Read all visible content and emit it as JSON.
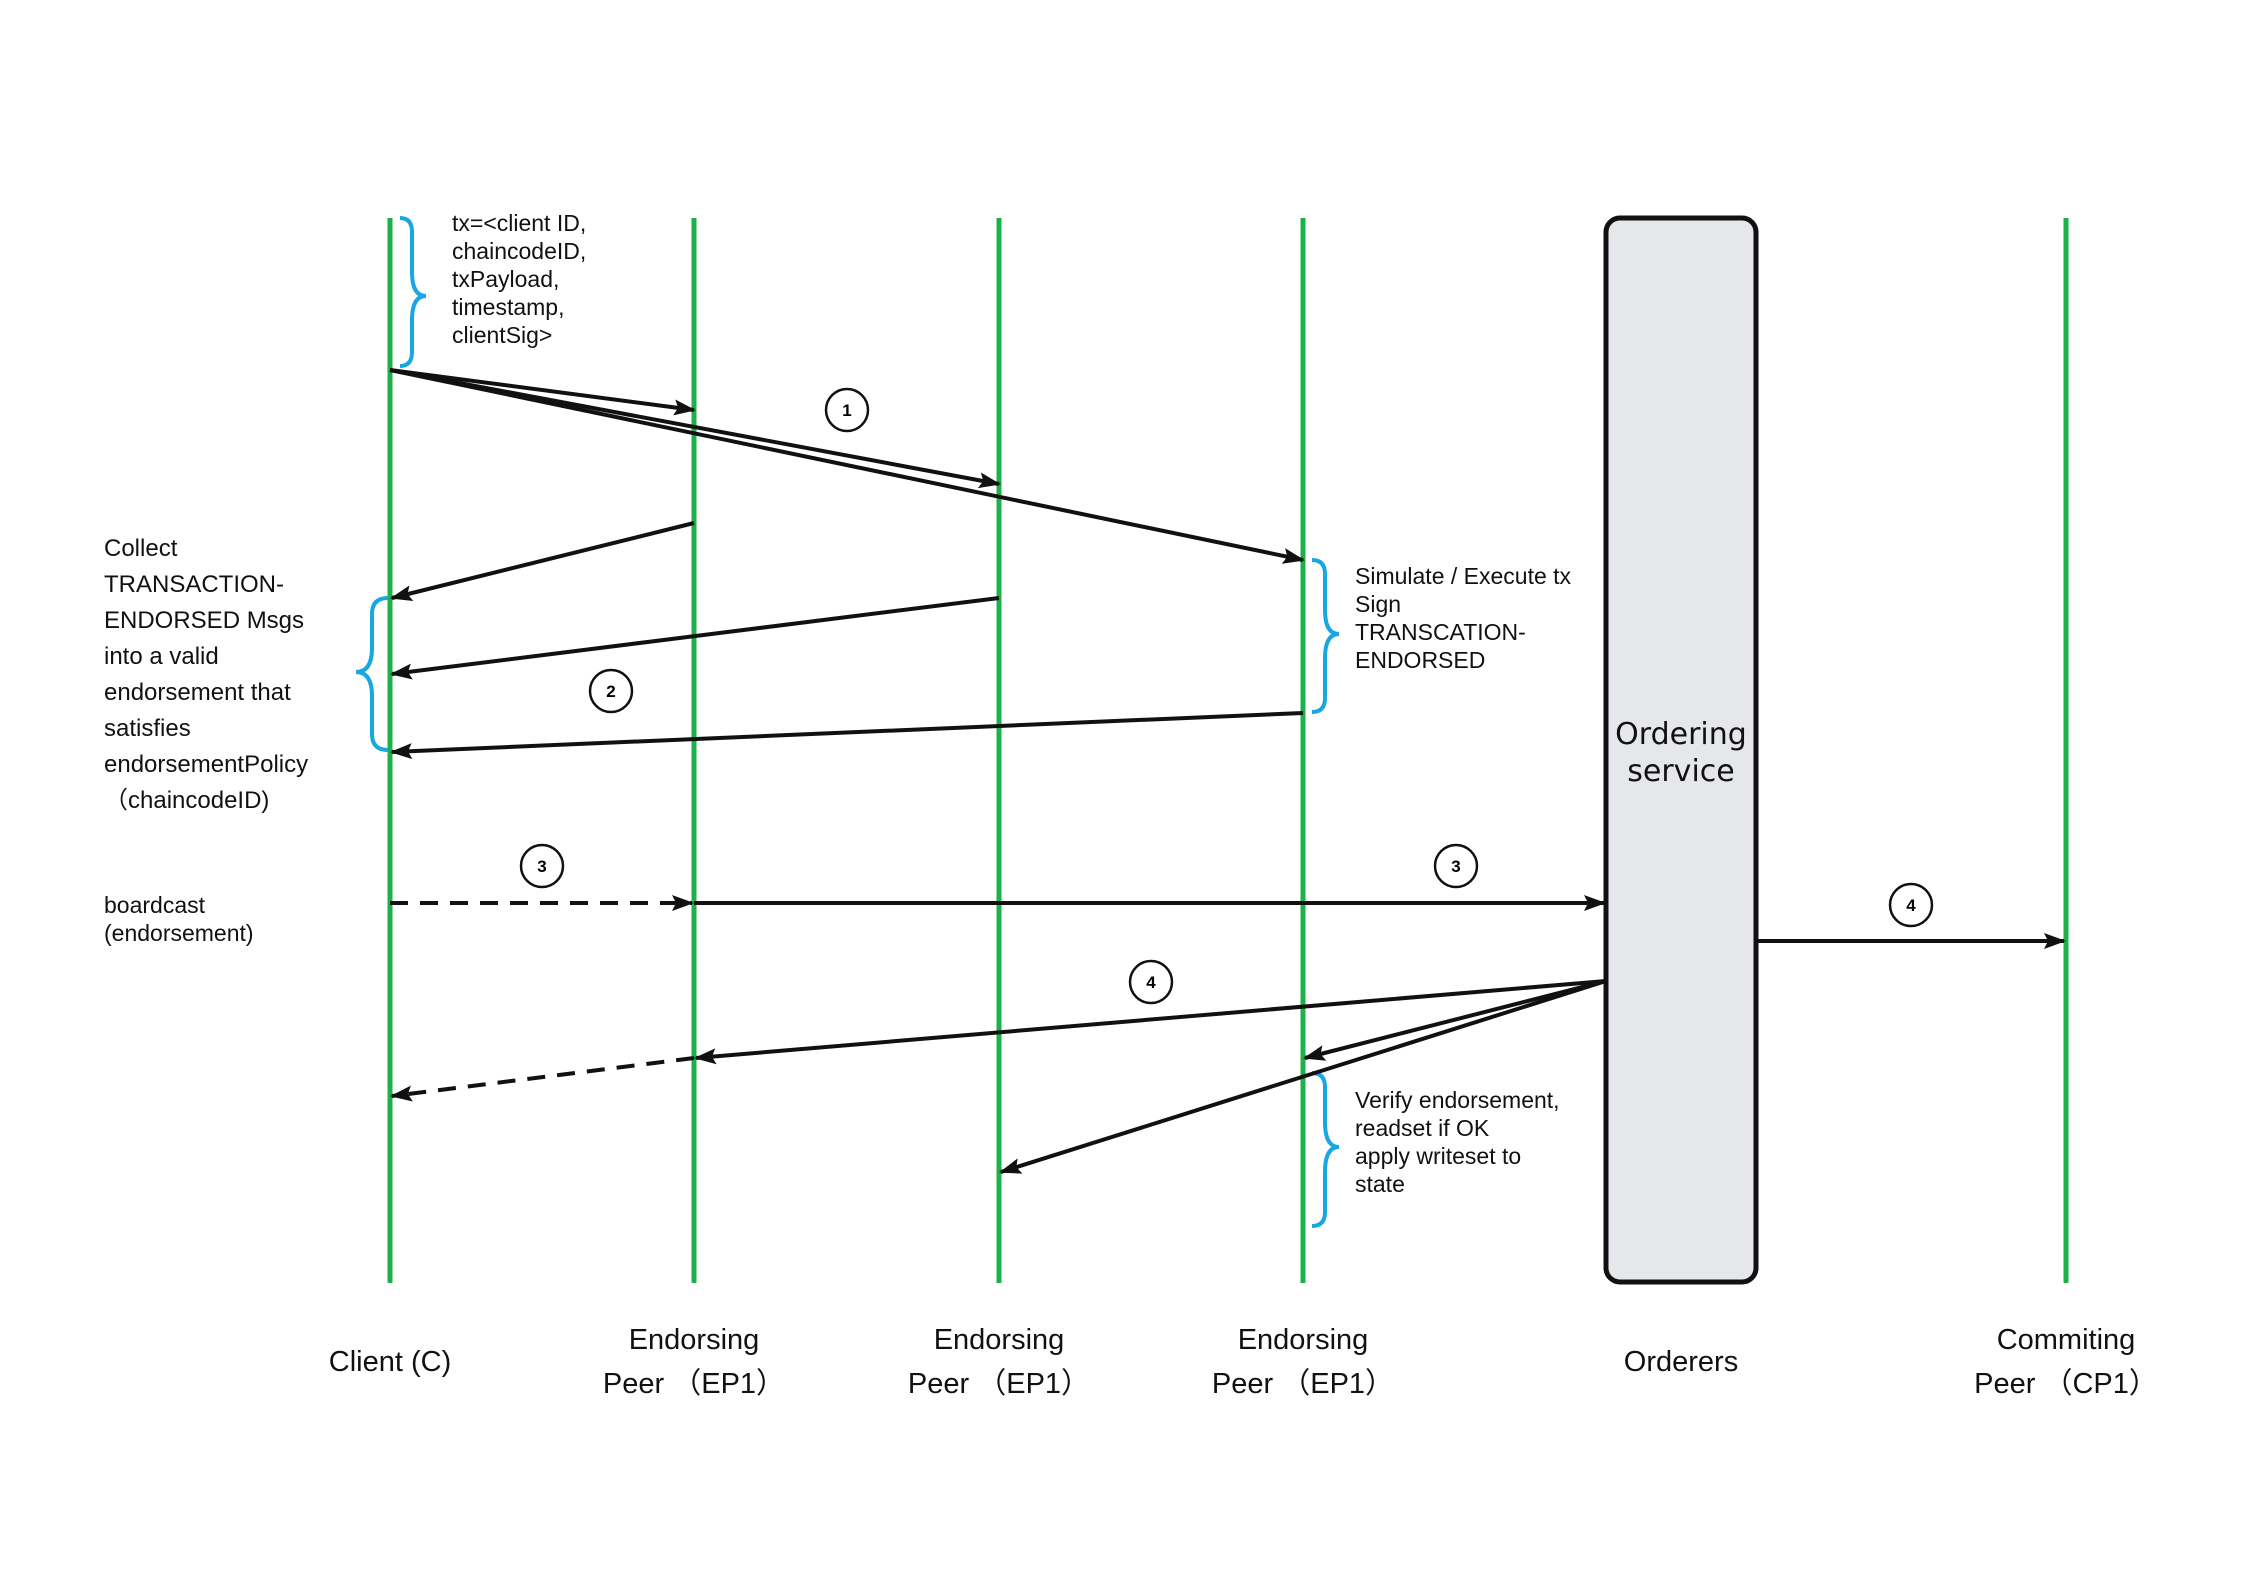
{
  "columns": [
    {
      "id": "client",
      "label": "Client (C)"
    },
    {
      "id": "ep1a",
      "label": "Endorsing\nPeer （EP1）"
    },
    {
      "id": "ep1b",
      "label": "Endorsing\nPeer （EP1）"
    },
    {
      "id": "ep1c",
      "label": "Endorsing\nPeer （EP1）"
    },
    {
      "id": "orderers",
      "label": "Orderers"
    },
    {
      "id": "cp1",
      "label": "Commiting\nPeer （CP1）"
    }
  ],
  "ordering_box": {
    "label": "Ordering\nservice"
  },
  "notes": {
    "tx_format": "tx=<client ID,\nchaincodeID,\ntxPayload,\ntimestamp,\nclientSig>",
    "simulate": "Simulate / Execute tx\nSign\nTRANSCATION-\nENDORSED",
    "verify": "Verify endorsement,\nreadset if OK\napply writeset to\nstate"
  },
  "annotations": {
    "collect": "Collect\nTRANSACTION-\nENDORSED Msgs\ninto a valid\nendorsement that\nsatisfies\nendorsementPolicy\n（chaincodeID)",
    "broadcast": "boardcast\n(endorsement)"
  },
  "steps": [
    "1",
    "2",
    "3",
    "3",
    "4",
    "4"
  ],
  "colors": {
    "lifeline": "#1db149",
    "brace": "#1aa6e0",
    "arrow": "#111111",
    "box_fill": "#e6e7eb"
  }
}
